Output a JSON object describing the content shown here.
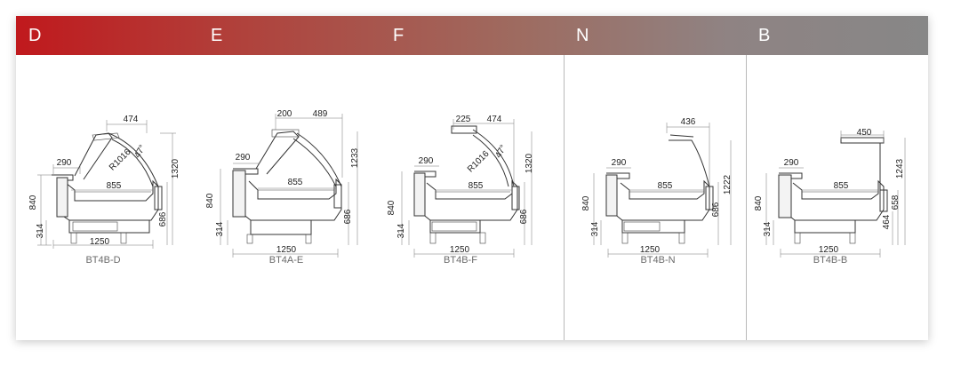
{
  "header": {
    "labels": [
      "D",
      "E",
      "F",
      "N",
      "B"
    ]
  },
  "models": [
    {
      "code": "BT4B-D",
      "dims": [
        "474",
        "290",
        "855",
        "840",
        "314",
        "1250",
        "686",
        "1320",
        "R1016",
        "47°"
      ]
    },
    {
      "code": "BT4A-E",
      "dims": [
        "200",
        "489",
        "290",
        "855",
        "840",
        "314",
        "1250",
        "686",
        "1233"
      ]
    },
    {
      "code": "BT4B-F",
      "dims": [
        "225",
        "474",
        "290",
        "855",
        "840",
        "314",
        "1250",
        "686",
        "1320",
        "R1016",
        "47°"
      ]
    },
    {
      "code": "BT4B-N",
      "dims": [
        "436",
        "290",
        "855",
        "840",
        "314",
        "1250",
        "686",
        "1222"
      ]
    },
    {
      "code": "BT4B-B",
      "dims": [
        "450",
        "290",
        "855",
        "840",
        "314",
        "1250",
        "464",
        "658",
        "1243"
      ]
    }
  ],
  "colors": {
    "header_start": "#c0191d",
    "header_end": "#878787",
    "text": "#6b6b6b"
  }
}
